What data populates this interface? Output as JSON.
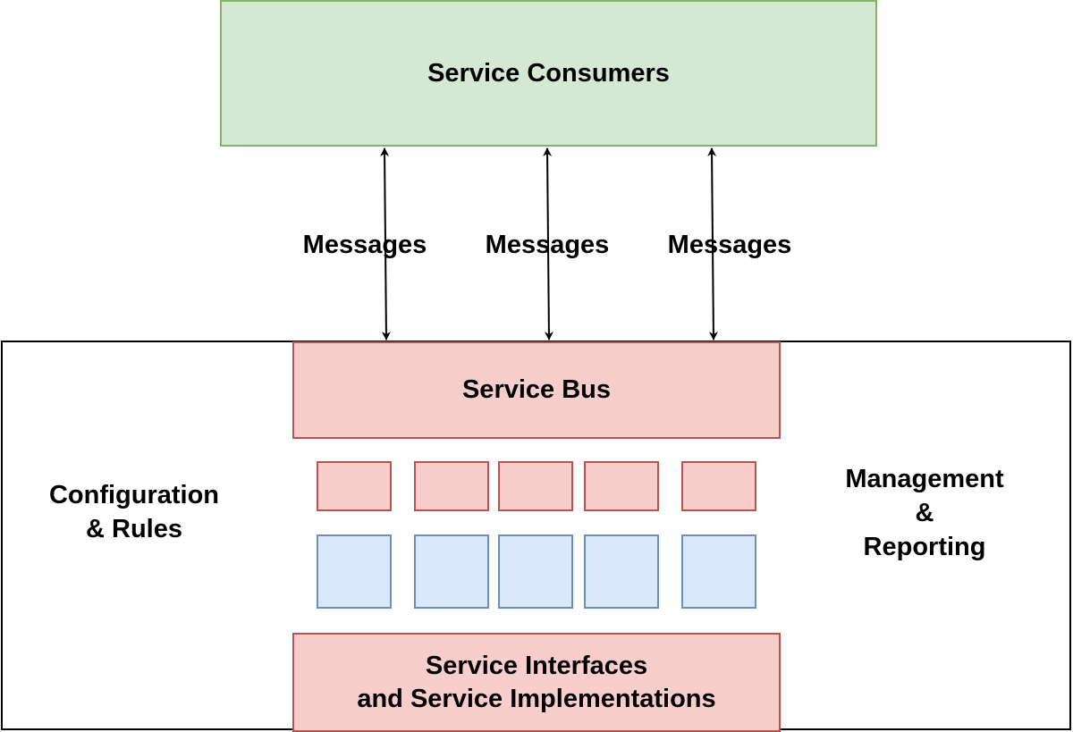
{
  "consumers": {
    "label": "Service Consumers"
  },
  "messages": [
    {
      "label": "Messages"
    },
    {
      "label": "Messages"
    },
    {
      "label": "Messages"
    }
  ],
  "bus": {
    "label": "Service Bus"
  },
  "config": {
    "line1": "Configuration",
    "line2": "& Rules"
  },
  "management": {
    "line1": "Management",
    "line2": "&",
    "line3": "Reporting"
  },
  "implementations": {
    "line1": "Service Interfaces",
    "line2": "and Service Implementations"
  },
  "colors": {
    "consumers_fill": "#d5e8d4",
    "consumers_stroke": "#82b366",
    "bus_fill": "#f8cecc",
    "bus_stroke": "#b85450",
    "service_fill": "#dae8fc",
    "service_stroke": "#6c8ebf"
  }
}
